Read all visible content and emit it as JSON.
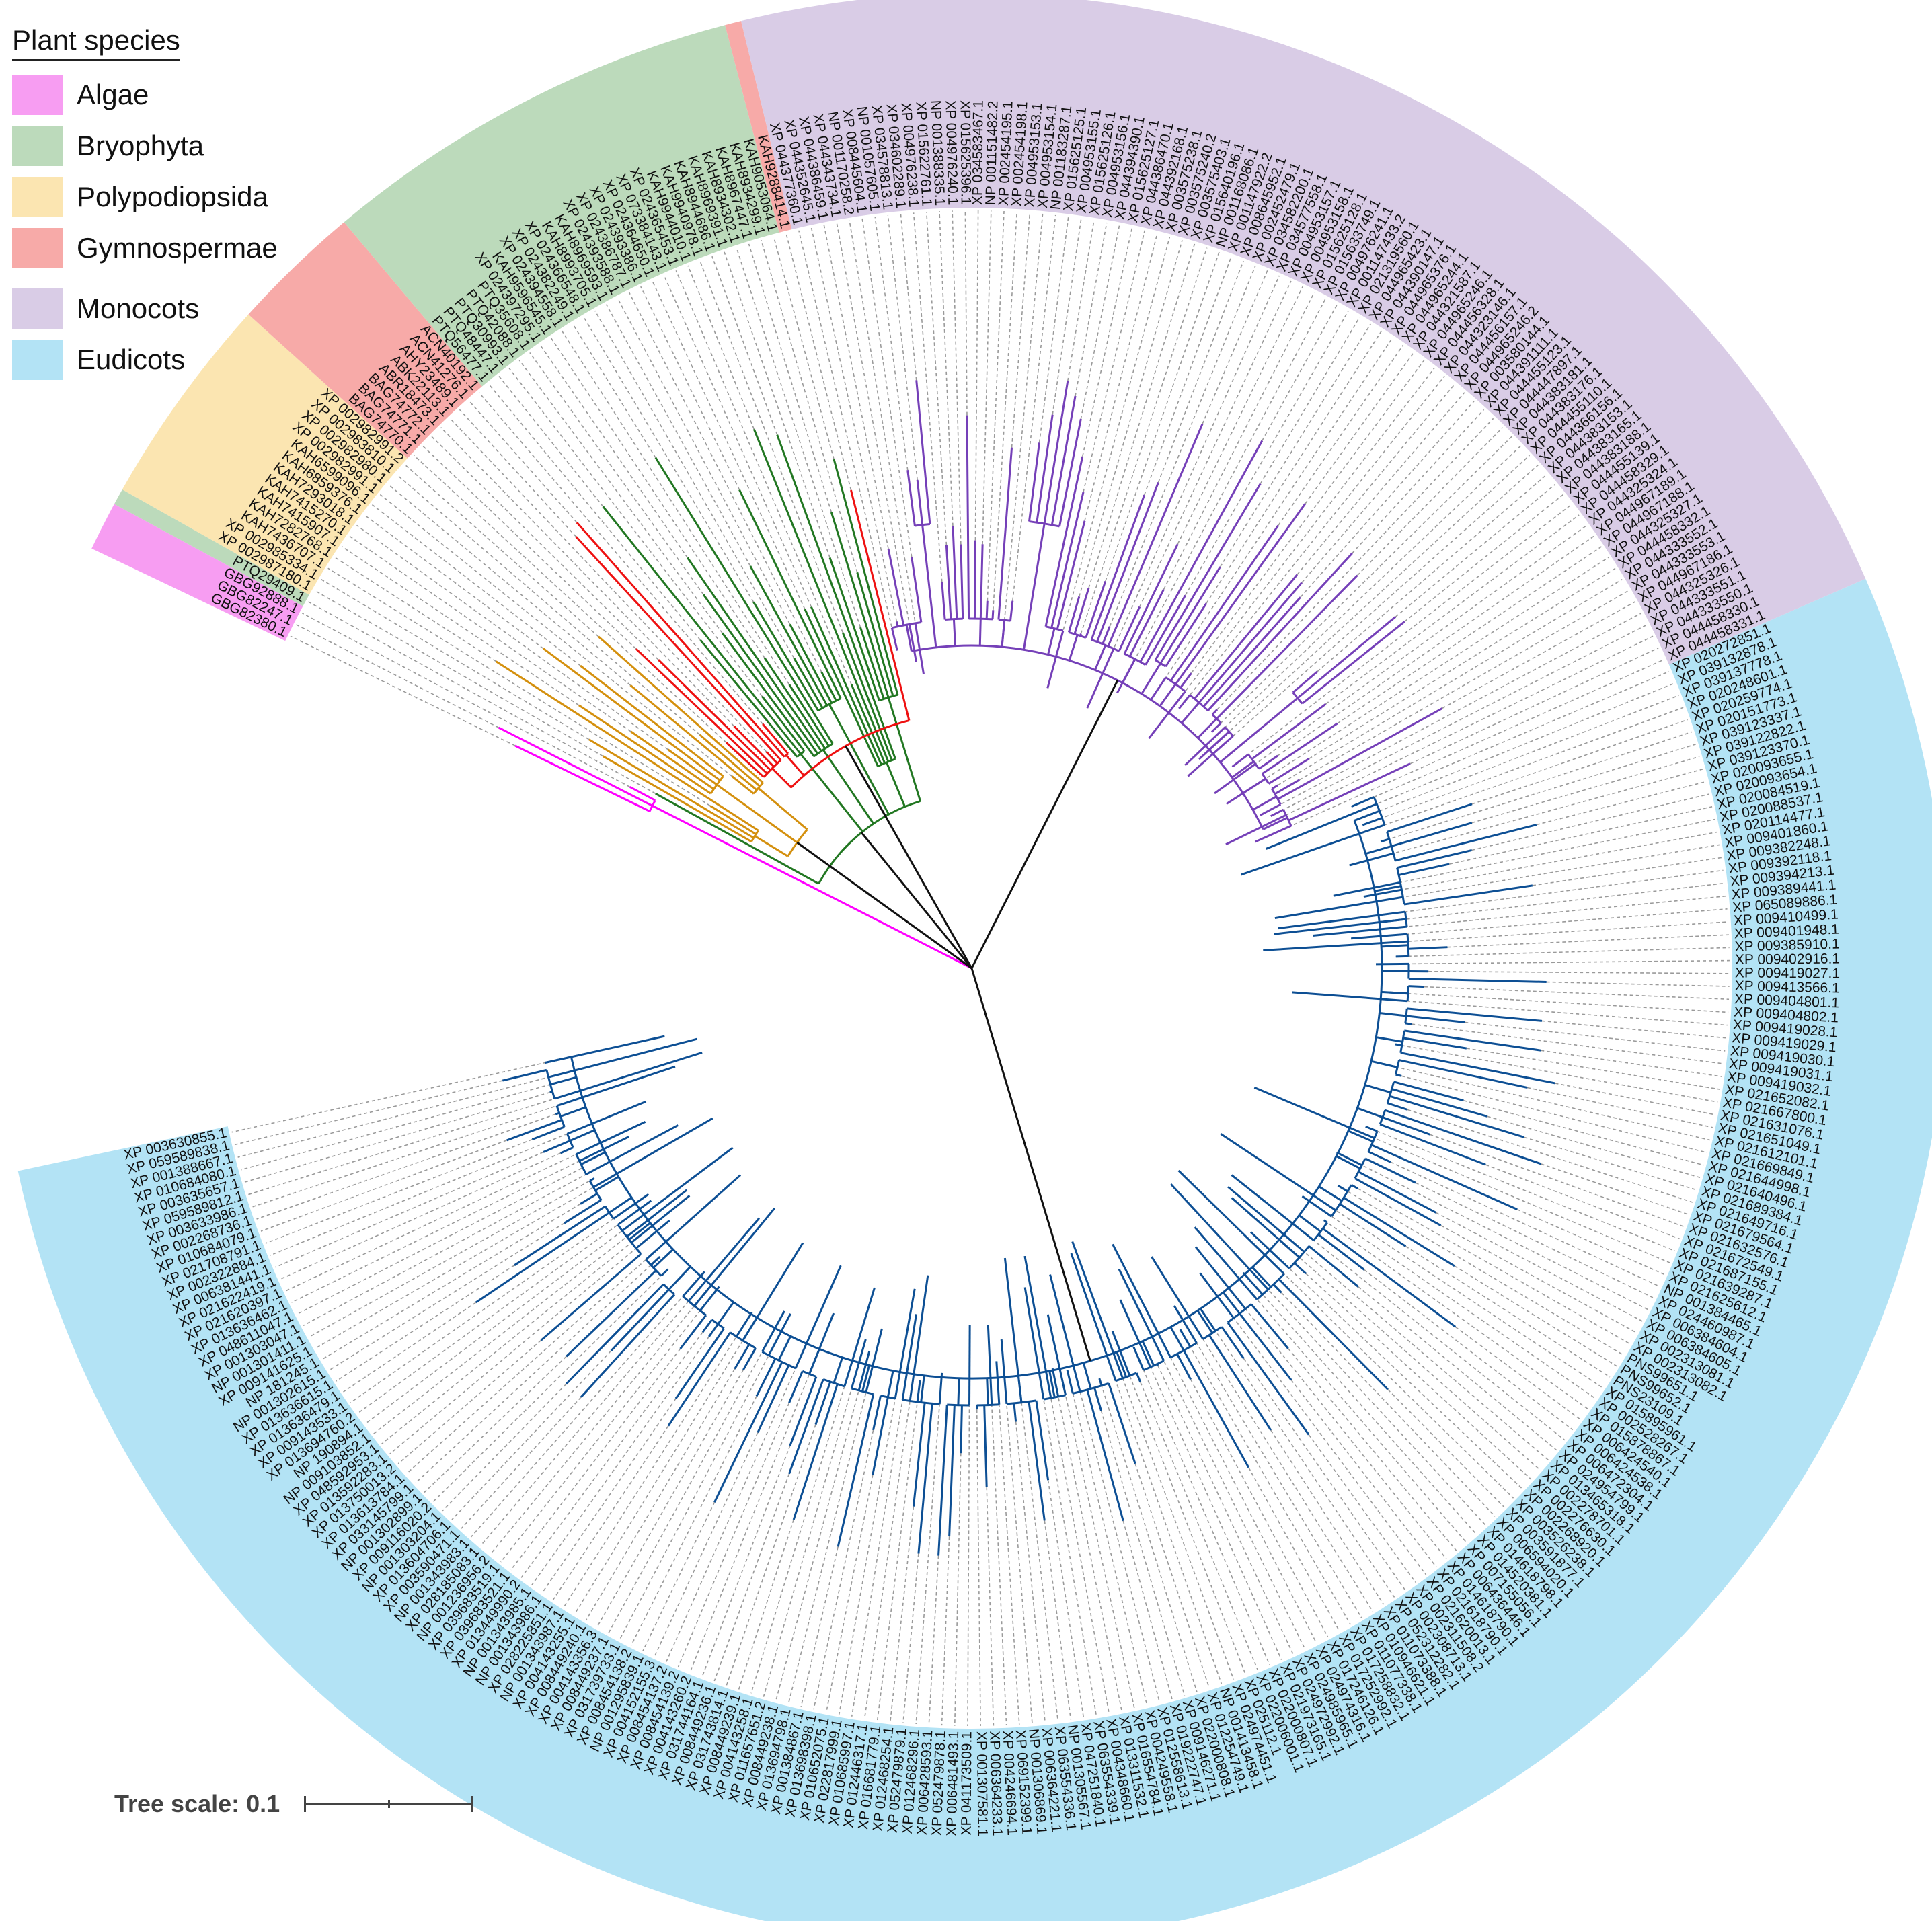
{
  "legend": {
    "title": "Plant species",
    "items": [
      {
        "label": "Algae",
        "color": "#f79df2"
      },
      {
        "label": "Bryophyta",
        "color": "#bcdabb"
      },
      {
        "label": "Polypodiopsida",
        "color": "#fbe5b1"
      },
      {
        "label": "Gymnospermae",
        "color": "#f7aaa8"
      },
      {
        "label": "Monocots",
        "color": "#d9cce6"
      },
      {
        "label": "Eudicots",
        "color": "#b3e3f5"
      }
    ]
  },
  "branch_colors": {
    "Algae": "#ff00ff",
    "Bryophyta": "#227722",
    "Polypodiopsida": "#d4900e",
    "Gymnospermae": "#ee1111",
    "Monocots": "#7540b8",
    "Eudicots": "#0d4f94",
    "backbone": "#111111"
  },
  "scale": {
    "label": "Tree scale: 0.1"
  },
  "tips": {
    "Algae": [
      "GBG82380.1",
      "GBG82247.1",
      "GBG92888.1"
    ],
    "Bryophyta_early": [
      "PTQ29409.1"
    ],
    "Polypodiopsida": [
      "XP 002987180.1",
      "XP 002985334.1",
      "KAH7436707.1",
      "KAH7282768.1",
      "KAH7415907.1",
      "KAH7415270.1",
      "KAH7293018.1",
      "KAH6859376.1",
      "KAH6599096.1",
      "XP 002982991.1",
      "XP 002982980.1",
      "XP 002983810.1",
      "XP 002982991.2"
    ],
    "Gymnospermae": [
      "BAG74770.1",
      "BAG74771.1",
      "BAG74772.1",
      "ABR18473.1",
      "ABK22113.1",
      "AHY23489.1",
      "ACN41276.1",
      "ACN40192.1"
    ],
    "Bryophyta": [
      "PTQ56477.1",
      "PTQ48447.1",
      "PTQ30993.1",
      "PTQ42088.1",
      "PTQ35608.1",
      "XP 024397295.1",
      "KAH9596545.1",
      "XP 024394558.1",
      "XP 024382249.1",
      "XP 024366548.1",
      "KAH8993705.1",
      "KAH8969593.1",
      "XP 024393588.1",
      "XP 024386787.1",
      "XP 024393386.1",
      "XP 024364650.1",
      "XP 073384143.1",
      "XP 024365453.1",
      "KAH9944010.1",
      "KAH9940978.1",
      "KAH8944686.1",
      "KAH8969391.1",
      "KAH8934302.1",
      "KAH8967447.1",
      "KAH8934299.1",
      "KAH9053064.1"
    ],
    "Gymnospermae_late": [
      "KAH9288414.1"
    ],
    "Monocots": [
      "XP 044377360.1",
      "XP 044352645.1",
      "XP 044386459.1",
      "XP 044343734.1",
      "NP 001170258.2",
      "XP 008445604.1",
      "NP 001057605.1",
      "XP 034578813.1",
      "XP 034602289.1",
      "XP 004976238.1",
      "XP 015622761.1",
      "NP 001388335.1",
      "XP 004976240.1",
      "XP 015625396.1",
      "XP 034583467.1",
      "NP 001151482.2",
      "XP 002454195.1",
      "XP 002454198.1",
      "XP 004953153.1",
      "XP 004953154.1",
      "NP 001183287.1",
      "XP 015625125.1",
      "XP 004953155.1",
      "XP 015625126.1",
      "XP 004953156.1",
      "XP 044394390.1",
      "XP 015625127.1",
      "XP 044386470.1",
      "XP 044392168.1",
      "XP 003575238.1",
      "XP 003575240.2",
      "XP 003575403.1",
      "XP 015640196.1",
      "NP 001168086.1",
      "XP 001147922.2",
      "XP 008645952.1",
      "XP 002452479.1",
      "XP 034582200.1",
      "XP 034577558.1",
      "XP 004953157.1",
      "XP 004953158.1",
      "XP 015625128.1",
      "XP 015633749.1",
      "XP 004976241.1",
      "XP 001147433.2",
      "XP 021319560.1",
      "XP 044965423.1",
      "XP 044390147.1",
      "XP 044965376.1",
      "XP 044965244.1",
      "XP 044321587.1",
      "XP 044965246.1",
      "XP 044456328.1",
      "XP 044323146.1",
      "XP 044456157.1",
      "XP 044965246.2",
      "XP 003580144.1",
      "XP 044391111.1",
      "XP 044455123.1",
      "XP 044447897.1",
      "XP 044383181.1",
      "XP 044383176.1",
      "XP 044455110.1",
      "XP 044366156.1",
      "XP 044383153.1",
      "XP 044383165.1",
      "XP 044383188.1",
      "XP 044455139.1",
      "XP 044458329.1",
      "XP 044325324.1",
      "XP 044967189.1",
      "XP 044967188.1",
      "XP 044325327.1",
      "XP 044458332.1",
      "XP 044333552.1",
      "XP 044333553.1",
      "XP 044967186.1",
      "XP 044325326.1",
      "XP 044333551.1",
      "XP 044333550.1",
      "XP 044458330.1",
      "XP 044458331.1"
    ],
    "Eudicots_right": [
      "XP 020272851.1",
      "XP 039132878.1",
      "XP 039137778.1",
      "XP 020248601.1",
      "XP 020259774.1",
      "XP 020151773.1",
      "XP 039123337.1",
      "XP 039122822.1",
      "XP 039123370.1",
      "XP 020093655.1",
      "XP 020093654.1",
      "XP 020084519.1",
      "XP 020088537.1",
      "XP 020114477.1",
      "XP 009401860.1",
      "XP 009382248.1",
      "XP 009392118.1",
      "XP 009394213.1",
      "XP 009389441.1",
      "XP 065089886.1",
      "XP 009410499.1",
      "XP 009401948.1",
      "XP 009385910.1",
      "XP 009402916.1",
      "XP 009419027.1",
      "XP 009413566.1",
      "XP 009404801.1",
      "XP 009404802.1",
      "XP 009419028.1",
      "XP 009419029.1",
      "XP 009419030.1",
      "XP 009419031.1",
      "XP 009419032.1"
    ],
    "Eudicots_bottom": [
      "XP 021652082.1",
      "XP 021667800.1",
      "XP 021631076.1",
      "XP 021651049.1",
      "XP 021612101.1",
      "XP 021669849.1",
      "XP 021644998.1",
      "XP 021640496.1",
      "XP 021689384.1",
      "XP 021649716.1",
      "XP 021679564.1",
      "XP 021632576.1",
      "XP 021672549.1",
      "XP 021687155.1",
      "XP 021639287.1",
      "XP 021625612.1",
      "NP 001384465.1",
      "XP 024460987.1",
      "XP 006384604.1",
      "XP 006384605.1",
      "XP 002313081.1",
      "XP 002313082.1",
      "PNS99651.1",
      "PNS99652.1",
      "PNS23109.1",
      "XP 015895961.1",
      "XP 002528267.1",
      "XP 015878867.1",
      "XP 006424540.1",
      "XP 006424538.1",
      "XP 006472304.1",
      "XP 024954799.1",
      "XP 013465318.1",
      "XP 002278701.1",
      "XP 002276630.1",
      "XP 002268920.1",
      "XP 003526238.1",
      "XP 003591877.1",
      "XP 006594020.1",
      "XP 014618798.1",
      "XP 014520381.1",
      "XP 007155056.1",
      "XP 006436446.1",
      "XP 014618790.1",
      "XP 021618790.1",
      "XP 021620013.1",
      "XP 002311508.2",
      "XP 002308713.1",
      "XP 052312282.1",
      "XP 011073388.1",
      "XP 010946621.1",
      "XP 011077338.1",
      "XP 017258832.1",
      "XP 017252992.1",
      "XP 017246126.1",
      "XP 024974316.1",
      "XP 024985965.1",
      "XP 024972992.1",
      "XP 021973165.1",
      "XP 022000807.1",
      "XP 022006001.1",
      "XP 025112.1",
      "XP 024974451.1",
      "NP 001413458.1",
      "XP 012254749.1",
      "XP 022000808.1",
      "XP 009146271.1",
      "XP 019222747.1",
      "XP 012558613.1",
      "XP 004249558.1",
      "XP 016554784.1",
      "XP 013311532.1",
      "XP 004348660.1",
      "XP 063554339.1",
      "XP 047251840.1",
      "NP 001305567.1",
      "XP 063554336.1",
      "XP 006364221.1",
      "NP 001306869.1",
      "XP 069152399.1",
      "XP 004246694.1",
      "XP 006364233.1",
      "XP 001307581.1",
      "XP 041173509.1",
      "XP 006481493.1",
      "XP 052479878.1",
      "XP 006428593.1",
      "XP 012468296.1",
      "XP 052479879.1",
      "XP 012468254.1",
      "XP 016681779.1",
      "XP 012446317.1",
      "XP 010685997.1",
      "XP 022817999.1",
      "XP 010652075.1",
      "XP 013698398.1",
      "XP 001384867.1",
      "XP 013694798.1"
    ],
    "Eudicots_left": [
      "XP 008449238.1",
      "XP 011657651.2",
      "XP 004143258.1",
      "XP 008449239.1",
      "XP 031743814.1",
      "XP 008449236.1",
      "XP 031744164.1",
      "XP 004143260.2",
      "XP 008454139.2",
      "XP 008454137.2",
      "XP 004152155.3",
      "NP 001295839.1",
      "XP 008454138.2",
      "XP 031739733.1",
      "XP 008449237.1",
      "XP 004143356.3",
      "XP 008449240.1",
      "XP 004143255.1",
      "NP 001343987.1",
      "XP 028225851.1",
      "NP 001343986.1",
      "NP 001343985.1",
      "XP 013449990.2",
      "XP 039683521.1",
      "XP 039683519.1",
      "NP 001236956.2",
      "XP 028185083.1",
      "NP 001343983.1",
      "XP 003590471.1",
      "XP 013604706.1",
      "NP 001303204.1",
      "XP 009116020.2",
      "NP 001302899.1",
      "XP 033145799.1",
      "XP 013613784.1",
      "XP 013750013.2",
      "XP 013592283.1",
      "XP 048592953.1",
      "NP 009103852.1",
      "NP 190894.1",
      "XP 013694760.2",
      "XP 009143533.1",
      "XP 013636479.1",
      "XP 013636615.1",
      "NP 001302615.1",
      "NP 181245.1",
      "XP 009141625.1",
      "NP 001301411.1",
      "XP 001303047.1",
      "XP 048611047.1",
      "XP 013636462.1",
      "XP 021620397.1",
      "XP 021622419.1",
      "XP 006381441.1",
      "XP 002322884.1",
      "XP 021708791.1",
      "XP 010684079.1",
      "XP 002268736.1",
      "XP 003633986.1",
      "XP 059589812.1",
      "XP 003635657.1",
      "XP 010684080.1",
      "XP 001388667.1",
      "XP 059589838.1",
      "XP 003630855.1"
    ]
  }
}
